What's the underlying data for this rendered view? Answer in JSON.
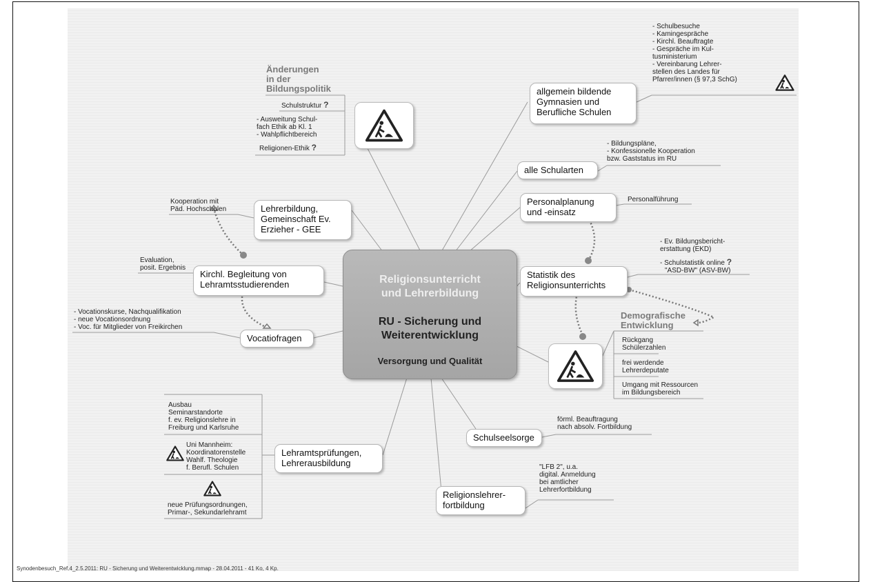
{
  "center": {
    "title_light": "Religionsunterricht\nund Lehrerbildung",
    "title_main": "RU - Sicherung und\nWeiterentwicklung",
    "subtitle": "Versorgung und Qualität"
  },
  "nodes": {
    "allgemein": "allgemein bildende\nGymnasien und\nBerufliche Schulen",
    "alle": "alle Schularten",
    "personal": "Personalplanung\nund -einsatz",
    "statistik": "Statistik des\nReligionsunterrichts",
    "lehrerbildung": "Lehrerbildung,\nGemeinschaft Ev.\nErzieher - GEE",
    "begleitung": "Kirchl. Begleitung von\nLehramtsstudierenden",
    "vocatio": "Vocatiofragen",
    "pruefungen": "Lehramtsprüfungen,\nLehrerausbildung",
    "seelsorge": "Schulseelsorge",
    "fortbildung": "Religionslehrer-\nfortbildung"
  },
  "heads": {
    "aenderungen": "Änderungen\nin der\nBildungspolitik",
    "demografisch": "Demografische\nEntwicklung"
  },
  "texts": {
    "schulbesuche": "-  Schulbesuche\n-  Kamingespräche\n-  Kirchl.  Beauftragte\n-  Gespräche im Kul-\n    tusministerium\n-  Vereinbarung Lehrer-\n    stellen des Landes für\n    Pfarrer/innen (§ 97,3 SchG)",
    "bildungsplaene": "-  Bildungspläne,\n-  Konfessionelle  Kooperation\n    bzw. Gaststatus im RU",
    "personalfuehrung": "Personalführung",
    "ekd": "-  Ev.  Bildungsbericht-\n    erstattung  (EKD)",
    "schulstatistik": "- Schulstatistik online",
    "asd": "\"ASD-BW\" (ASV-BW)",
    "rueckgang": "Rückgang\nSchülerzahlen",
    "deputate": "frei werdende\nLehrerdeputate",
    "ressourcen": "Umgang mit Ressourcen\nim Bildungsbereich",
    "schulstruktur": "Schulstruktur",
    "ethik": "- Ausweitung Schul-\nfach Ethik ab Kl. 1\n-  Wahlpflichtbereich",
    "religionen_ethik": "Religionen-Ethik",
    "kooperation": "Kooperation  mit\nPäd. Hochschulen",
    "evaluation": "Evaluation,\nposit. Ergebnis",
    "vocationskurse": "-  Vocationskurse,  Nachqualifikation\n-  neue  Vocationsordnung\n- Voc. für Mitglieder von Freikirchen",
    "ausbau": "Ausbau\nSeminarstandorte\nf. ev. Religionslehre in\nFreiburg und Karlsruhe",
    "mannheim": "Uni  Mannheim:\nKoordinatorenstelle\nWahlf.  Theologie\nf. Berufl. Schulen",
    "pruefungsordnungen": "neue  Prüfungsordnungen,\nPrimar-, Sekundarlehramt",
    "beauftragung": "förml.  Beauftragung\nnach absolv. Fortbildung",
    "lfb": "\"LFB 2\", u.a.\ndigital.  Anmeldung\nbei amtlicher\nLehrerfortbildung",
    "question_mark": "?"
  },
  "footer": "Synodenbesuch_Ref.4_2.5.2011: RU - Sicherung und Weiterentwicklung.mmap - 28.04.2011 - 41 Ko, 4 Kp.",
  "colors": {
    "center_bg": "#ababab",
    "line": "#8a8a8a",
    "dotted": "#777777"
  }
}
